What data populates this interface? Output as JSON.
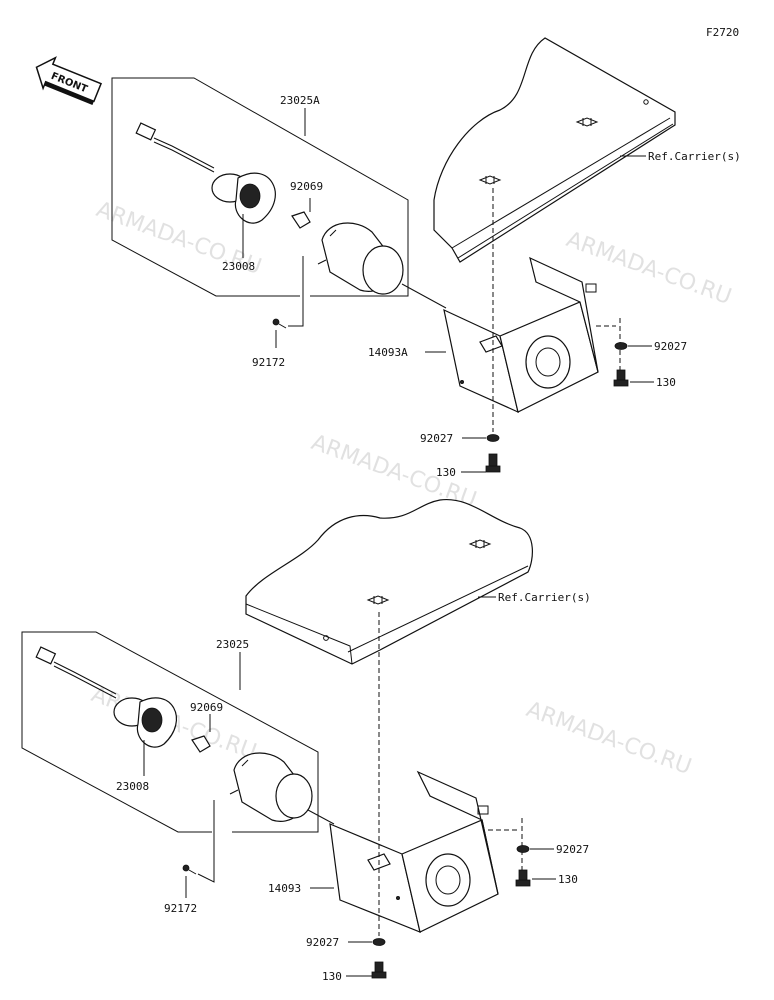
{
  "diagram_code": "F2720",
  "front_badge": "FRONT",
  "watermarks": [
    "ARMADA-CO.RU",
    "ARMADA-CO.RU",
    "ARMADA-CO.RU",
    "ARMADA-CO.RU",
    "ARMADA-CO.RU"
  ],
  "upper_assembly": {
    "headlight_assy": "23025A",
    "socket": "23008",
    "bulb": "92069",
    "screw": "92172",
    "bracket": "14093A",
    "carrier_ref": "Ref.Carrier(s)",
    "washer_right": "92027",
    "bolt_right": "130",
    "washer_bottom": "92027",
    "bolt_bottom": "130"
  },
  "lower_assembly": {
    "headlight_assy": "23025",
    "socket": "23008",
    "bulb": "92069",
    "screw": "92172",
    "bracket": "14093",
    "carrier_ref": "Ref.Carrier(s)",
    "washer_right": "92027",
    "bolt_right": "130",
    "washer_bottom": "92027",
    "bolt_bottom": "130"
  }
}
